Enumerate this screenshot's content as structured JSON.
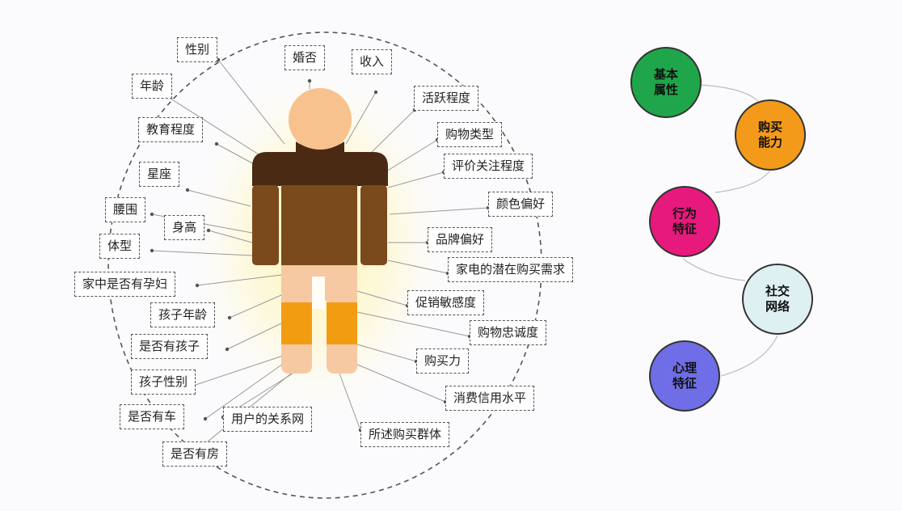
{
  "attributes": {
    "gender": "性别",
    "marital": "婚否",
    "income": "收入",
    "age": "年龄",
    "activity": "活跃程度",
    "education": "教育程度",
    "shopping_type": "购物类型",
    "review_attention": "评价关注程度",
    "zodiac": "星座",
    "color_pref": "颜色偏好",
    "waist": "腰围",
    "height": "身高",
    "brand_pref": "品牌偏好",
    "body_type": "体型",
    "appliance_need": "家电的潜在购买需求",
    "pregnant": "家中是否有孕妇",
    "child_age": "孩子年龄",
    "promo_sensitivity": "促销敏感度",
    "loyalty": "购物忠诚度",
    "has_child": "是否有孩子",
    "purchasing_power": "购买力",
    "child_gender": "孩子性别",
    "credit": "消费信用水平",
    "has_car": "是否有车",
    "relationship": "用户的关系网",
    "buyer_group": "所述购买群体",
    "has_house": "是否有房"
  },
  "categories": {
    "basic": "基本\n属性",
    "purchasing": "购买\n能力",
    "behavior": "行为\n特征",
    "social": "社交\n网络",
    "psychology": "心理\n特征"
  },
  "colors": {
    "basic": "#1fa64a",
    "purchasing": "#f49a1a",
    "behavior": "#e8197d",
    "social": "#dff0f3",
    "psychology": "#6f6ee6",
    "head": "#f7c28e",
    "torso_top": "#4a2a12",
    "torso_bottom": "#7a4a1c",
    "legs_light": "#f7c9a3",
    "knees": "#f29c12"
  }
}
